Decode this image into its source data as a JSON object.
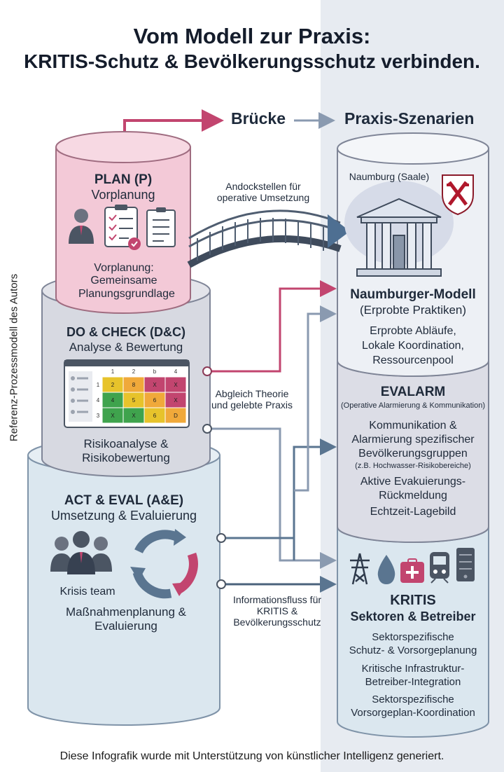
{
  "title_line1": "Vom Modell zur Praxis:",
  "title_line2": "KRITIS-Schutz & Bevölkerungsschutz verbinden.",
  "header_bridge": "Brücke",
  "header_practice": "Praxis-Szenarien",
  "vertical_label": "Referenz-Prozessmodell des Autors",
  "bridge_label": "Andockstellen für operative Umsetzung",
  "compare_label": "Abgleich Theorie und gelebte Praxis",
  "infoflow_label": "Informationsfluss für KRITIS & Bevölkerungsschutz",
  "plan": {
    "title": "PLAN (P)",
    "subtitle": "Vorplanung",
    "desc": "Vorplanung: Gemeinsame Planungsgrundlage"
  },
  "do_check": {
    "title": "DO & CHECK (D&C)",
    "subtitle": "Analyse & Bewertung",
    "desc": "Risikoanalyse & Risikobewertung",
    "matrix_cols": [
      "1",
      "2",
      "b",
      "4"
    ],
    "matrix_rows": [
      "1",
      "4",
      "3"
    ],
    "matrix_cells": [
      "2",
      "8",
      "X",
      "X",
      "4",
      "5",
      "6",
      "X",
      "X",
      "X",
      "6",
      "D"
    ]
  },
  "act_eval": {
    "title": "ACT & EVAL (A&E)",
    "subtitle": "Umsetzung & Evaluierung",
    "team": "Krisis team",
    "desc": "Maßnahmenplanung & Evaluierung"
  },
  "naumburg": {
    "city": "Naumburg (Saale)"
  },
  "naumburger_modell": {
    "title": "Naumburger-Modell",
    "subtitle": "(Erprobte Praktiken)",
    "items": [
      "Erprobte Abläufe,",
      "Lokale Koordination,",
      "Ressourcenpool"
    ]
  },
  "evalarm": {
    "title": "EVALARM",
    "subtitle": "(Operative Alarmierung & Kommunikation)",
    "line1": "Kommunikation &",
    "line2": "Alarmierung spezifischer",
    "line3": "Bevölkerungsgruppen",
    "note": "(z.B. Hochwasser-Risikobereiche)",
    "line4": "Aktive Evakuierungs-",
    "line5": "Rückmeldung",
    "line6": "Echtzeit-Lagebild"
  },
  "kritis": {
    "title": "KRITIS",
    "subtitle": "Sektoren & Betreiber",
    "items": [
      "Sektorspezifische",
      "Schutz- & Vorsorgeplanung",
      "Kritische Infrastruktur-",
      "Betreiber-Integration",
      "Sektorspezifische",
      "Vorsorgeplan-Koordination"
    ]
  },
  "footer": "Diese Infografik wurde mit Unterstützung von künstlicher Intelligenz generiert.",
  "colors": {
    "pink": "#c2456f",
    "steel": "#5a7590",
    "plan_fill": "#f3c9d7",
    "dc_fill": "#d7d9e1",
    "ae_fill": "#dbe7ef"
  }
}
